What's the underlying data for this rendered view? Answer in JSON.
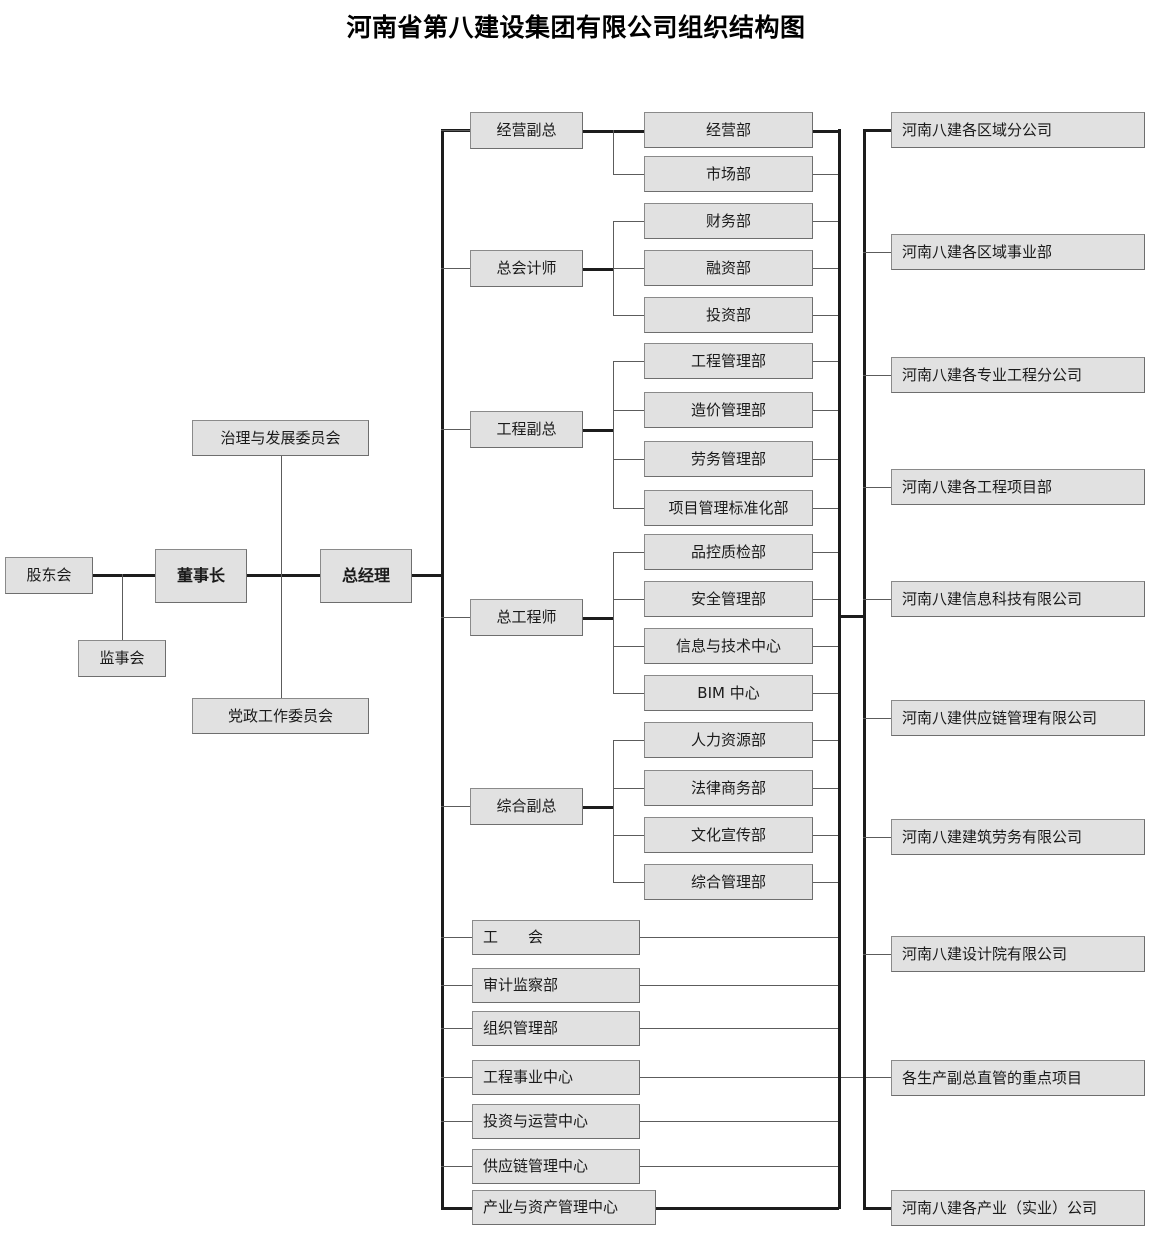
{
  "title": "河南省第八建设集团有限公司组织结构图",
  "colors": {
    "box_fill": "#e1e1e1",
    "box_border": "#8a8a8a",
    "line": "#5c5c5c",
    "line_thick": "#1c1c1c",
    "text": "#1a1a1a"
  },
  "governance": {
    "shareholders": "股东会",
    "supervisors": "监事会",
    "chairman": "董事长",
    "general_manager": "总经理",
    "committee_governance": "治理与发展委员会",
    "committee_party": "党政工作委员会"
  },
  "executives": [
    {
      "label": "经营副总",
      "departments": [
        "经营部",
        "市场部"
      ]
    },
    {
      "label": "总会计师",
      "departments": [
        "财务部",
        "融资部",
        "投资部"
      ]
    },
    {
      "label": "工程副总",
      "departments": [
        "工程管理部",
        "造价管理部",
        "劳务管理部",
        "项目管理标准化部"
      ]
    },
    {
      "label": "总工程师",
      "departments": [
        "品控质检部",
        "安全管理部",
        "信息与技术中心",
        "BIM 中心"
      ]
    },
    {
      "label": "综合副总",
      "departments": [
        "人力资源部",
        "法律商务部",
        "文化宣传部",
        "综合管理部"
      ]
    }
  ],
  "direct_units": [
    "工　　会",
    "审计监察部",
    "组织管理部"
  ],
  "centers": [
    "工程事业中心",
    "投资与运营中心",
    "供应链管理中心",
    "产业与资产管理中心"
  ],
  "subsidiaries": [
    "河南八建各区域分公司",
    "河南八建各区域事业部",
    "河南八建各专业工程分公司",
    "河南八建各工程项目部",
    "河南八建信息科技有限公司",
    "河南八建供应链管理有限公司",
    "河南八建建筑劳务有限公司",
    "河南八建设计院有限公司",
    "各生产副总直管的重点项目",
    "河南八建各产业（实业）公司"
  ]
}
